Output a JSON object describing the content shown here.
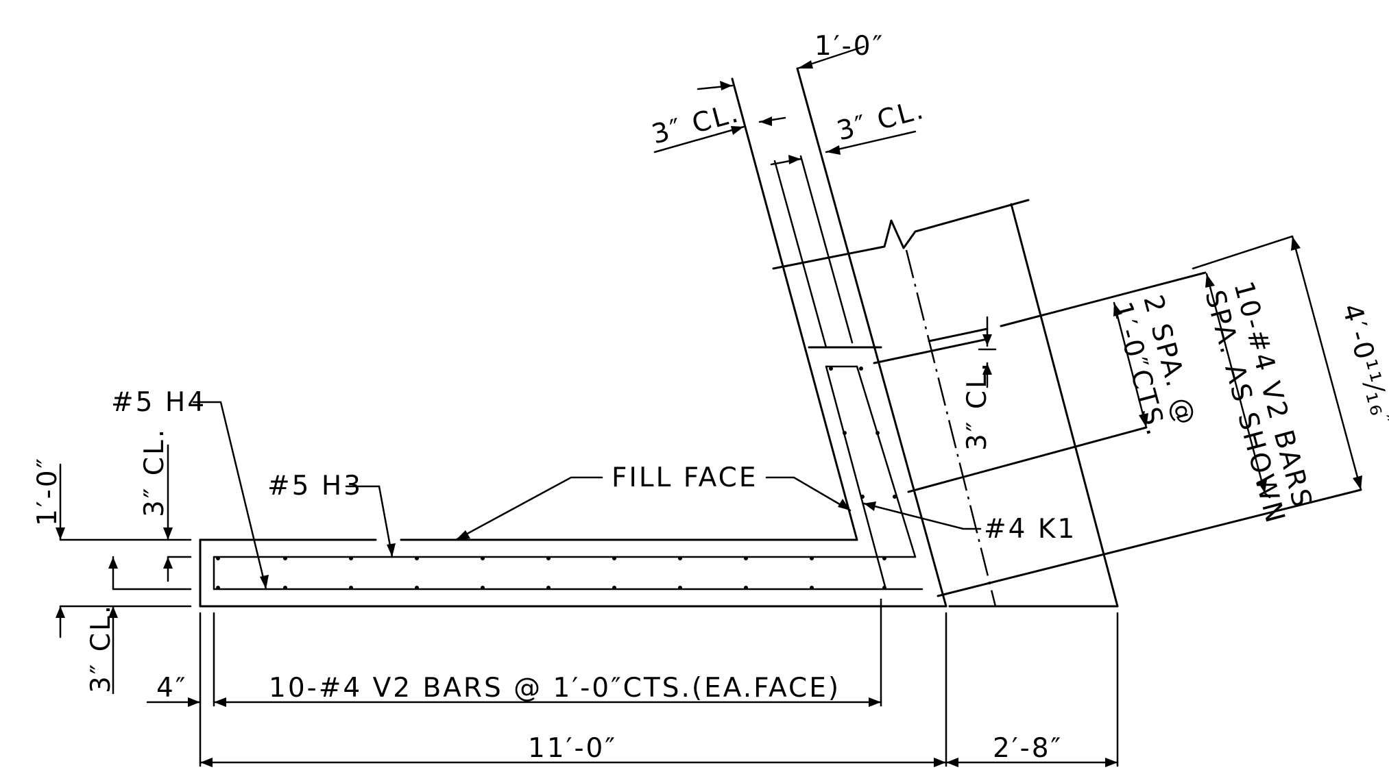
{
  "labels": {
    "wall_thickness": "1′-0″",
    "clear_cover_left_top": "3″ CL.",
    "clear_cover_right_top": "3″ CL.",
    "bar_h4": "#5 H4",
    "bar_h3": "#5 H3",
    "fill_face": "FILL FACE",
    "bar_k1": "#4 K1",
    "base_thickness": "1′-0″",
    "clear_cover_base_top": "3″ CL.",
    "clear_cover_base_bottom": "3″ CL.",
    "clear_cover_wall_vertical": "3″ CL.",
    "spacing_2spa": "2 SPA. @",
    "spacing_cts": "1′-0″CTS.",
    "v2_bars_sloped_1": "10-#4 V2 BARS",
    "v2_bars_sloped_2": "SPA. AS SHOWN",
    "sloped_length": "4′-0¹¹⁄₁₆″",
    "end_offset": "4″",
    "v2_bars_base": "10-#4 V2 BARS @ 1′-0″CTS.(EA.FACE)",
    "base_length": "11′-0″",
    "toe_length": "2′-8″"
  },
  "colors": {
    "ink": "#000000",
    "paper": "#ffffff"
  }
}
